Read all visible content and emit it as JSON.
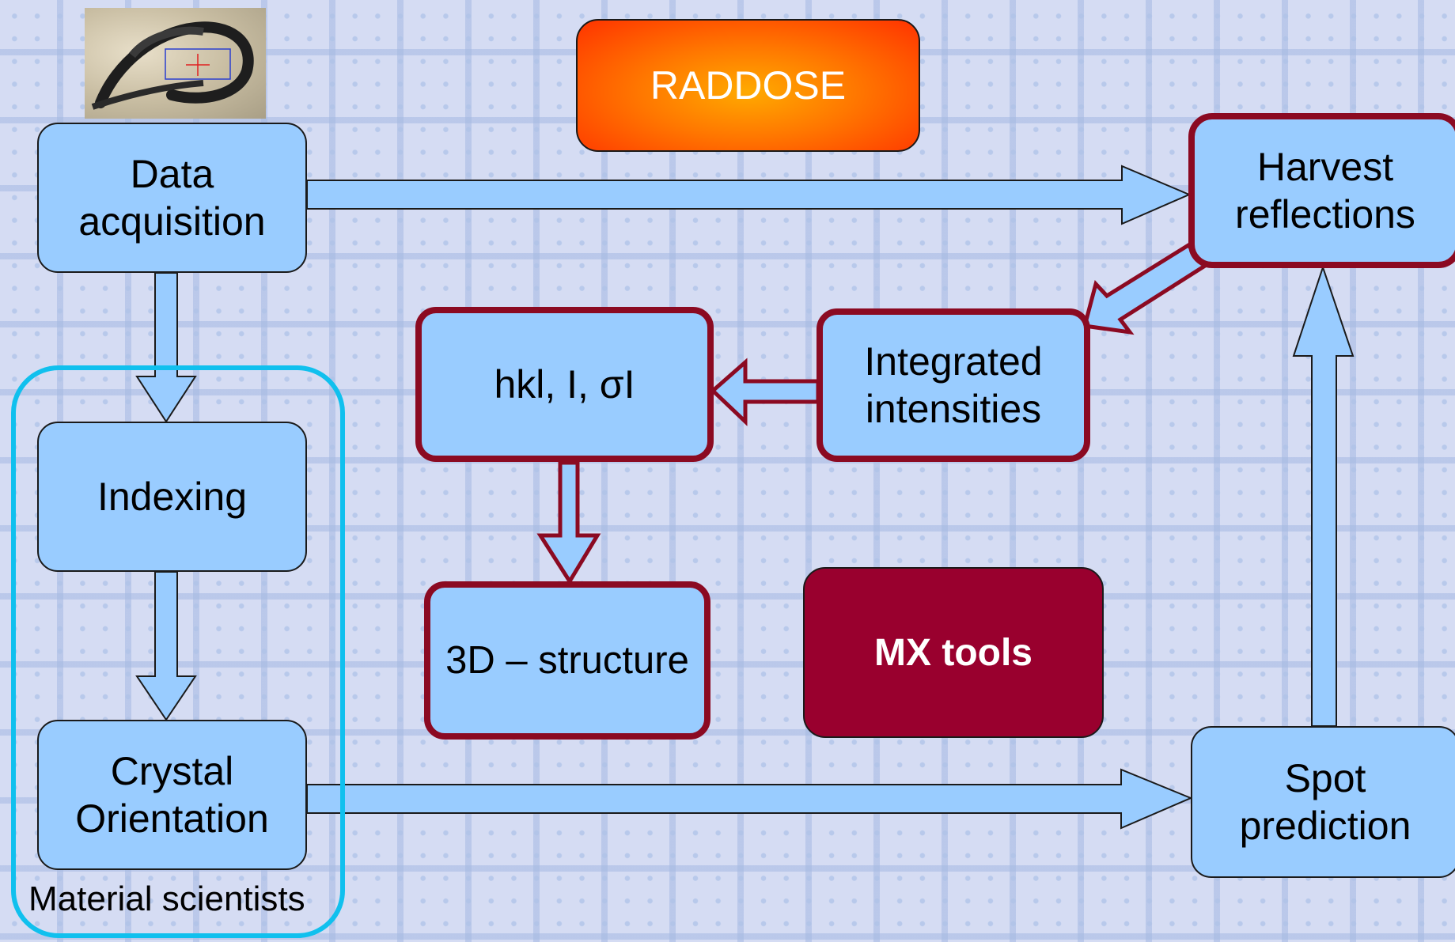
{
  "diagram": {
    "nodes": {
      "data_acquisition": "Data\nacquisition",
      "indexing": "Indexing",
      "crystal_orientation": "Crystal\nOrientation",
      "harvest_reflections": "Harvest\nreflections",
      "integrated_intensities": "Integrated\nintensities",
      "hkl": "hkl, I, σI",
      "structure": "3D – structure",
      "spot_prediction": "Spot\nprediction"
    },
    "labels": {
      "raddose": "RADDOSE",
      "mx_tools": "MX tools",
      "group": "Material scientists"
    },
    "edges": [
      {
        "from": "data_acquisition",
        "to": "harvest_reflections"
      },
      {
        "from": "data_acquisition",
        "to": "indexing"
      },
      {
        "from": "indexing",
        "to": "crystal_orientation"
      },
      {
        "from": "crystal_orientation",
        "to": "spot_prediction"
      },
      {
        "from": "spot_prediction",
        "to": "harvest_reflections"
      },
      {
        "from": "harvest_reflections",
        "to": "integrated_intensities"
      },
      {
        "from": "integrated_intensities",
        "to": "hkl"
      },
      {
        "from": "hkl",
        "to": "structure"
      }
    ],
    "colors": {
      "node_fill": "#99ccff",
      "highlight_border": "#8b0a22",
      "group_border": "#10c0ee",
      "raddose_fill": "#ff6600",
      "mx_tools_fill": "#99002e",
      "background": "#d5dcf3"
    }
  }
}
